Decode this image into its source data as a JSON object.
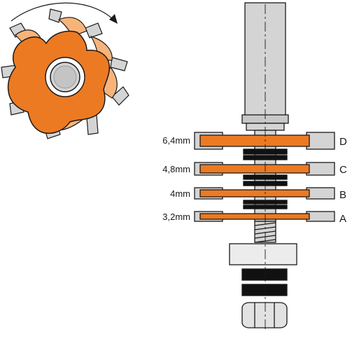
{
  "diagram": {
    "colors": {
      "orange": "#ec7a22",
      "orange_light": "#f6b47a",
      "steel": "#d4d4d4",
      "steel_dark": "#9a9a9a",
      "outline": "#1a1a1a",
      "spacer": "#111111"
    },
    "rotation_arrow": {
      "icon": "clockwise-arrow-icon"
    },
    "cutters": [
      {
        "size_label": "6,4mm",
        "letter": "D",
        "thickness_mm": 6.4
      },
      {
        "size_label": "4,8mm",
        "letter": "C",
        "thickness_mm": 4.8
      },
      {
        "size_label": "4mm",
        "letter": "B",
        "thickness_mm": 4.0
      },
      {
        "size_label": "3,2mm",
        "letter": "A",
        "thickness_mm": 3.2
      }
    ]
  }
}
